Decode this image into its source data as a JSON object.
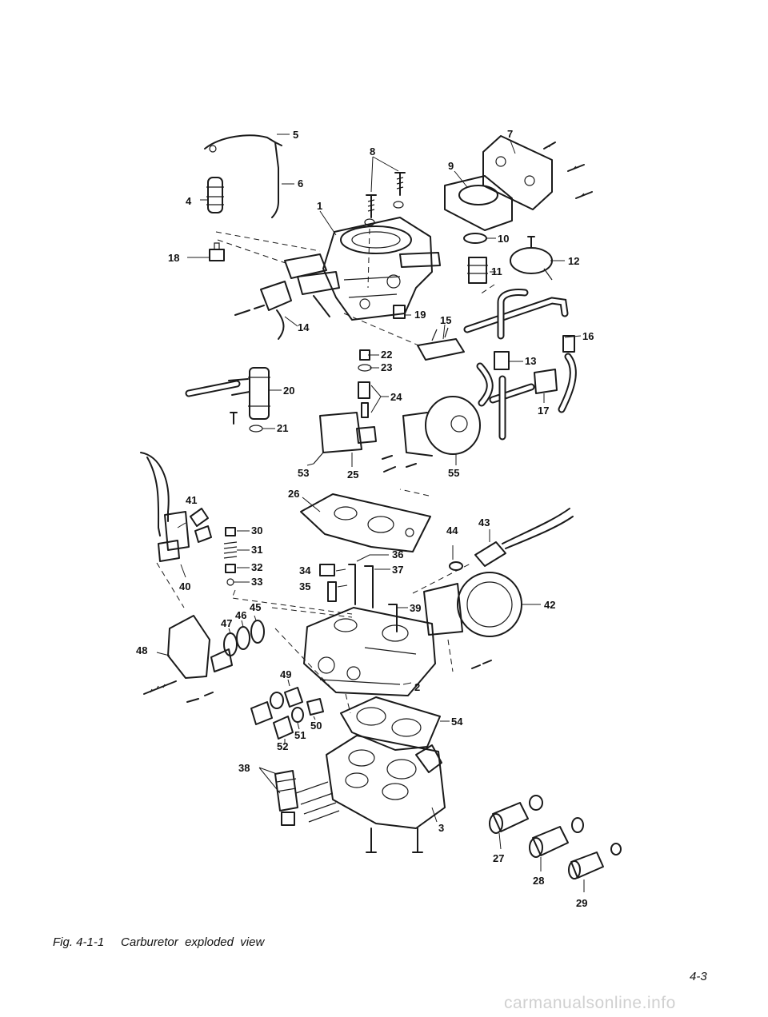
{
  "figure": {
    "part_numbers": [
      "1",
      "2",
      "3",
      "4",
      "5",
      "6",
      "7",
      "8",
      "9",
      "10",
      "11",
      "12",
      "13",
      "14",
      "15",
      "16",
      "17",
      "18",
      "19",
      "20",
      "21",
      "22",
      "23",
      "24",
      "25",
      "26",
      "27",
      "28",
      "29",
      "30",
      "31",
      "32",
      "33",
      "34",
      "35",
      "36",
      "37",
      "38",
      "39",
      "40",
      "41",
      "42",
      "43",
      "44",
      "45",
      "46",
      "47",
      "48",
      "49",
      "50",
      "51",
      "52",
      "53",
      "54",
      "55"
    ],
    "caption_number": "Fig. 4-1-1",
    "caption_title": "Carburetor  exploded  view"
  },
  "page": {
    "number": "4-3"
  },
  "watermark": {
    "text": "carmanualsonline.info"
  }
}
